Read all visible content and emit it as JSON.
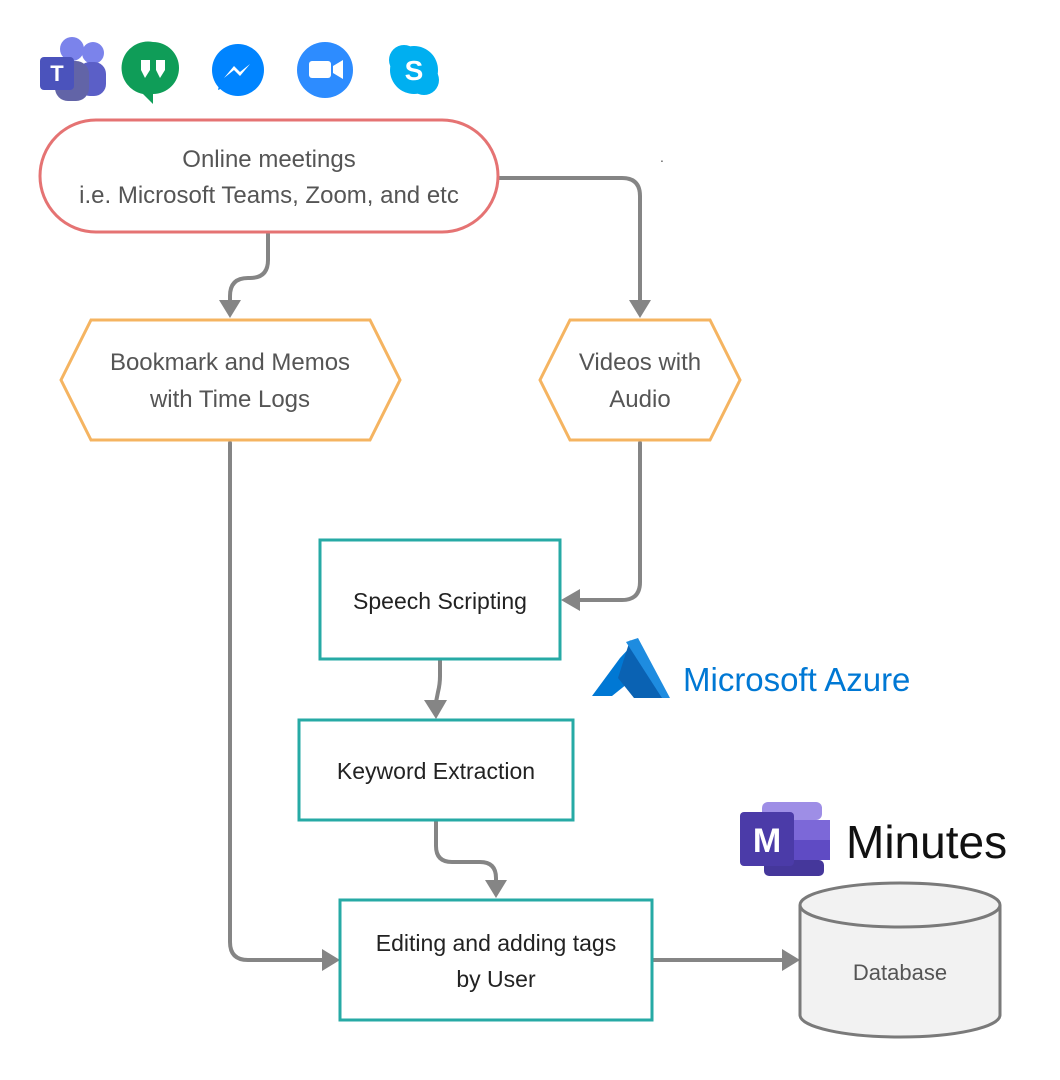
{
  "app_icons": [
    {
      "name": "teams-icon",
      "label": "T",
      "color": "#5b5fc7"
    },
    {
      "name": "hangouts-icon",
      "label": "\"",
      "color": "#0f9d58"
    },
    {
      "name": "messenger-icon",
      "label": "",
      "color": "#2196f3"
    },
    {
      "name": "zoom-icon",
      "label": "",
      "color": "#2d8cff"
    },
    {
      "name": "skype-icon",
      "label": "S",
      "color": "#00aff0"
    }
  ],
  "nodes": {
    "online_meetings": {
      "line1": "Online meetings",
      "line2": "i.e. Microsoft Teams, Zoom, and etc",
      "border": "#e57373"
    },
    "bookmark": {
      "line1": "Bookmark and Memos",
      "line2": "with Time Logs",
      "border": "#f5b461"
    },
    "videos": {
      "line1": "Videos with",
      "line2": "Audio",
      "border": "#f5b461"
    },
    "speech": {
      "label": "Speech Scripting",
      "border": "#26aaa5"
    },
    "keyword": {
      "label": "Keyword Extraction",
      "border": "#26aaa5"
    },
    "editing": {
      "line1": "Editing and adding tags",
      "line2": "by User",
      "border": "#26aaa5"
    },
    "database": {
      "label": "Database",
      "fill": "#f2f2f2",
      "border": "#7a7a7a"
    }
  },
  "azure": {
    "label": "Microsoft Azure",
    "color": "#0078d4"
  },
  "minutes": {
    "logo_letter": "M",
    "label": "Minutes",
    "color": "#4b3ba8"
  },
  "stray_mark": "."
}
